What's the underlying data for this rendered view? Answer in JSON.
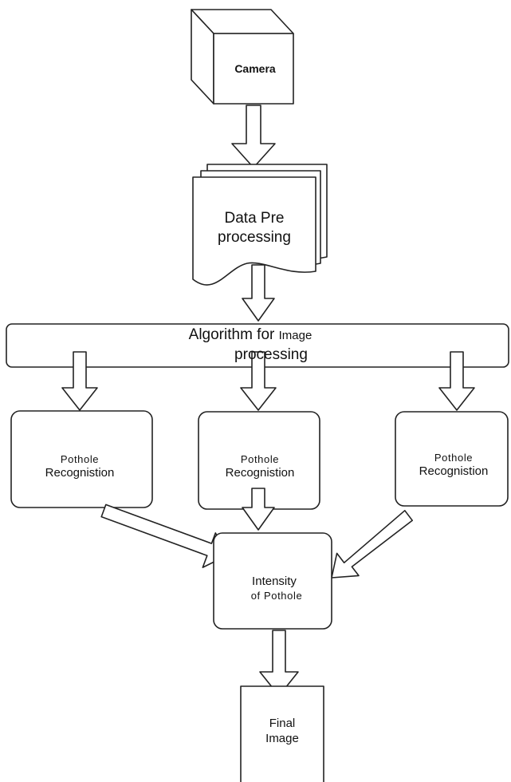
{
  "diagram": {
    "camera": {
      "label": "Camera"
    },
    "preprocessing": {
      "line1": "Data Pre",
      "line2": "processing"
    },
    "algorithm": {
      "line1": "Algorithm for ",
      "line1b": "Image",
      "line2": "processing"
    },
    "recognition_left": {
      "line1": "Pothole",
      "line2": "Recognistion"
    },
    "recognition_center": {
      "line1": "Pothole",
      "line2": "Recognistion"
    },
    "recognition_right": {
      "line1": "Pothole",
      "line2": "Recognistion"
    },
    "intensity": {
      "line1": "Intensity",
      "line2": "of Pothole"
    },
    "final": {
      "line1": "Final",
      "line2": "Image"
    }
  }
}
